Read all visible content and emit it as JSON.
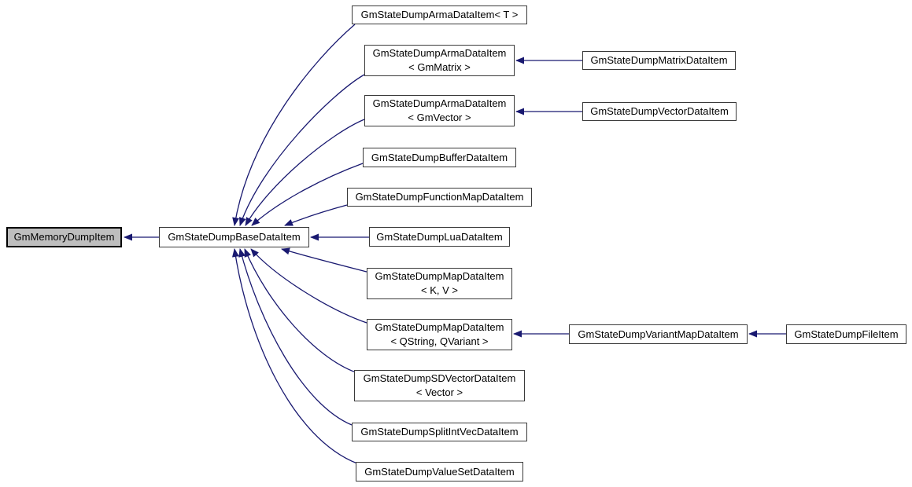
{
  "diagram": {
    "type": "inheritance-graph",
    "colors": {
      "edge": "#191970",
      "node_border": "#3a3a3a",
      "node_fill": "#ffffff",
      "highlight_fill": "#bebebe",
      "text": "#000000",
      "background": "#ffffff"
    },
    "nodes": [
      {
        "id": "GmMemoryDumpItem",
        "label": "GmMemoryDumpItem",
        "highlighted": true
      },
      {
        "id": "GmStateDumpBaseDataItem",
        "label": "GmStateDumpBaseDataItem"
      },
      {
        "id": "GmStateDumpArmaDataItemT",
        "label": "GmStateDumpArmaDataItem< T >"
      },
      {
        "id": "GmStateDumpArmaDataItemMatrix",
        "label": "GmStateDumpArmaDataItem\n< GmMatrix >"
      },
      {
        "id": "GmStateDumpMatrixDataItem",
        "label": "GmStateDumpMatrixDataItem"
      },
      {
        "id": "GmStateDumpArmaDataItemVector",
        "label": "GmStateDumpArmaDataItem\n< GmVector >"
      },
      {
        "id": "GmStateDumpVectorDataItem",
        "label": "GmStateDumpVectorDataItem"
      },
      {
        "id": "GmStateDumpBufferDataItem",
        "label": "GmStateDumpBufferDataItem"
      },
      {
        "id": "GmStateDumpFunctionMapDataItem",
        "label": "GmStateDumpFunctionMapDataItem"
      },
      {
        "id": "GmStateDumpLuaDataItem",
        "label": "GmStateDumpLuaDataItem"
      },
      {
        "id": "GmStateDumpMapDataItemKV",
        "label": "GmStateDumpMapDataItem\n< K, V >"
      },
      {
        "id": "GmStateDumpMapDataItemQSQV",
        "label": "GmStateDumpMapDataItem\n< QString, QVariant >"
      },
      {
        "id": "GmStateDumpVariantMapDataItem",
        "label": "GmStateDumpVariantMapDataItem"
      },
      {
        "id": "GmStateDumpFileItem",
        "label": "GmStateDumpFileItem"
      },
      {
        "id": "GmStateDumpSDVectorDataItem",
        "label": "GmStateDumpSDVectorDataItem\n< Vector >"
      },
      {
        "id": "GmStateDumpSplitIntVecDataItem",
        "label": "GmStateDumpSplitIntVecDataItem"
      },
      {
        "id": "GmStateDumpValueSetDataItem",
        "label": "GmStateDumpValueSetDataItem"
      }
    ],
    "edges": [
      {
        "from": "GmStateDumpBaseDataItem",
        "to": "GmMemoryDumpItem"
      },
      {
        "from": "GmStateDumpArmaDataItemT",
        "to": "GmStateDumpBaseDataItem"
      },
      {
        "from": "GmStateDumpArmaDataItemMatrix",
        "to": "GmStateDumpBaseDataItem"
      },
      {
        "from": "GmStateDumpMatrixDataItem",
        "to": "GmStateDumpArmaDataItemMatrix"
      },
      {
        "from": "GmStateDumpArmaDataItemVector",
        "to": "GmStateDumpBaseDataItem"
      },
      {
        "from": "GmStateDumpVectorDataItem",
        "to": "GmStateDumpArmaDataItemVector"
      },
      {
        "from": "GmStateDumpBufferDataItem",
        "to": "GmStateDumpBaseDataItem"
      },
      {
        "from": "GmStateDumpFunctionMapDataItem",
        "to": "GmStateDumpBaseDataItem"
      },
      {
        "from": "GmStateDumpLuaDataItem",
        "to": "GmStateDumpBaseDataItem"
      },
      {
        "from": "GmStateDumpMapDataItemKV",
        "to": "GmStateDumpBaseDataItem"
      },
      {
        "from": "GmStateDumpMapDataItemQSQV",
        "to": "GmStateDumpBaseDataItem"
      },
      {
        "from": "GmStateDumpVariantMapDataItem",
        "to": "GmStateDumpMapDataItemQSQV"
      },
      {
        "from": "GmStateDumpFileItem",
        "to": "GmStateDumpVariantMapDataItem"
      },
      {
        "from": "GmStateDumpSDVectorDataItem",
        "to": "GmStateDumpBaseDataItem"
      },
      {
        "from": "GmStateDumpSplitIntVecDataItem",
        "to": "GmStateDumpBaseDataItem"
      },
      {
        "from": "GmStateDumpValueSetDataItem",
        "to": "GmStateDumpBaseDataItem"
      }
    ]
  }
}
